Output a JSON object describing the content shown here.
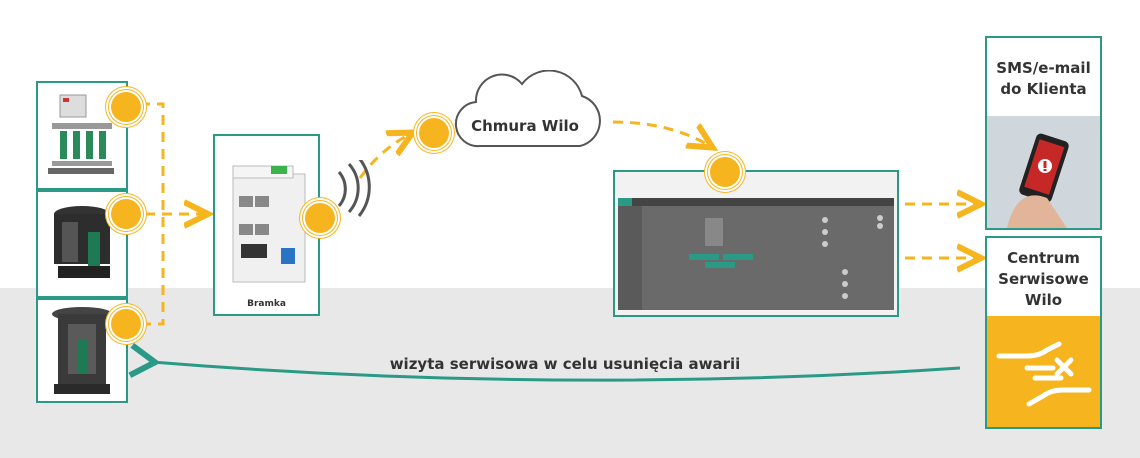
{
  "gateway_label": "Bramka",
  "cloud_label": "Chmura Wilo",
  "sms_label": "SMS/e-mail do Klienta",
  "service_center_label": "Centrum Serwisowe Wilo",
  "return_arrow_label": "wizyta serwisowa w celu usunięcia awarii",
  "icons": {
    "pump_booster": "pump-booster-set-icon",
    "pump_lifting": "lifting-station-icon",
    "pump_shaft": "pump-shaft-icon",
    "gateway": "gateway-device-icon",
    "wifi": "wireless-signal-icon",
    "cloud": "cloud-icon",
    "dashboard": "dashboard-screen-icon",
    "phone": "phone-alert-icon",
    "service": "service-hands-tools-icon"
  },
  "colors": {
    "accent": "#2a9a86",
    "signal": "#f6b41e",
    "service_bg": "#f6b41e"
  }
}
